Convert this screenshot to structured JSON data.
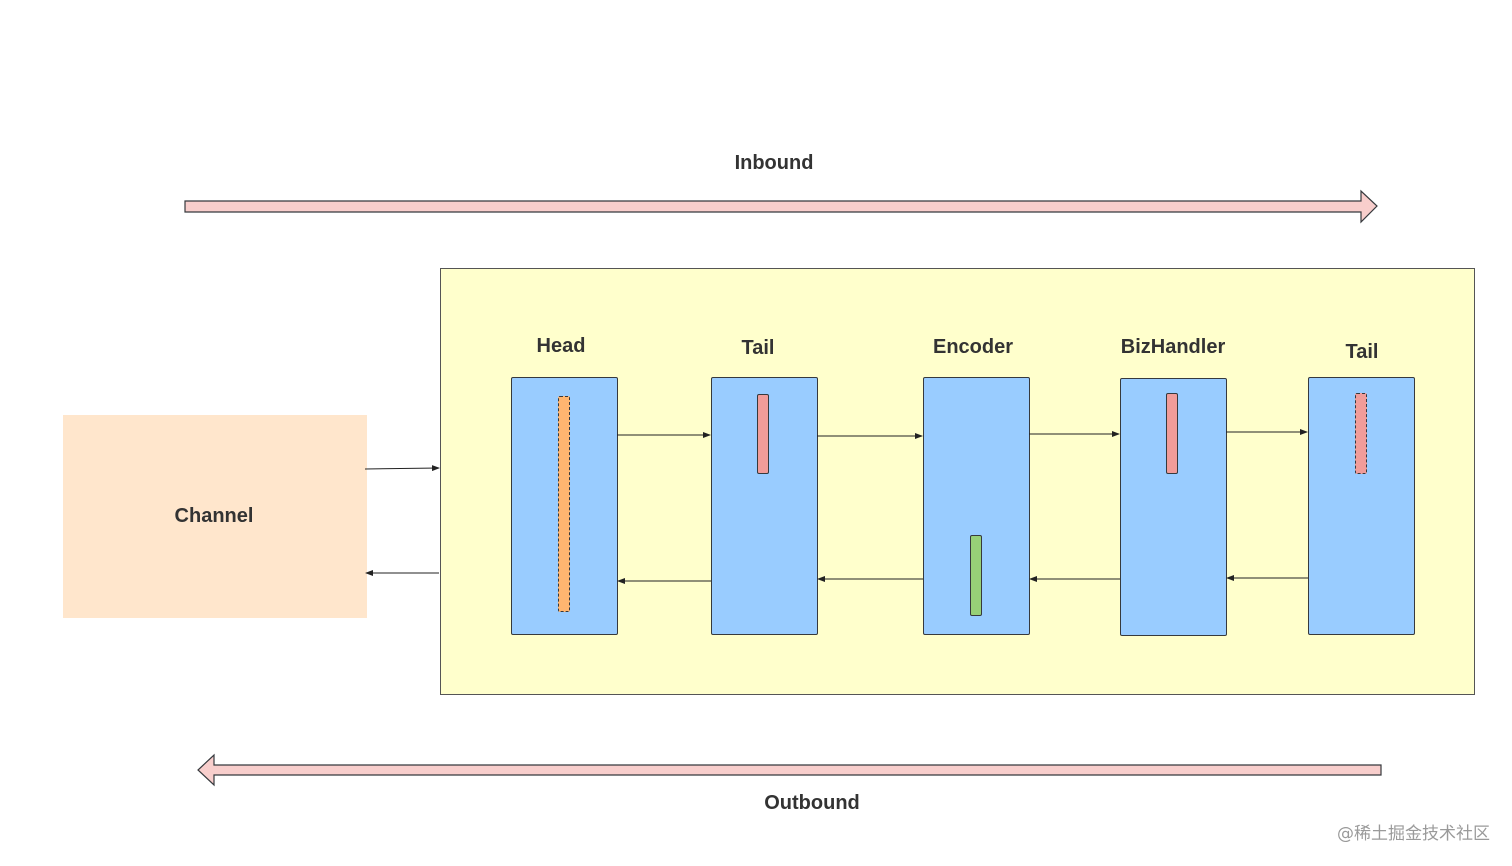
{
  "inbound_label": "Inbound",
  "outbound_label": "Outbound",
  "channel_label": "Channel",
  "handlers": [
    {
      "name": "Head",
      "bar_color": "#ffb570",
      "bar_style": "dashed"
    },
    {
      "name": "Tail",
      "bar_color": "#f19c99",
      "bar_style": "solid"
    },
    {
      "name": "Encoder",
      "bar_color": "#97d077",
      "bar_style": "solid"
    },
    {
      "name": "BizHandler",
      "bar_color": "#f19c99",
      "bar_style": "solid"
    },
    {
      "name": "Tail",
      "bar_color": "#f19c99",
      "bar_style": "dashed"
    }
  ],
  "colors": {
    "arrow_fill": "#f8cecc",
    "pipeline_fill": "#ffffcc",
    "channel_fill": "#ffe6cc",
    "handler_fill": "#99ccff"
  },
  "watermark": "@稀土掘金技术社区"
}
